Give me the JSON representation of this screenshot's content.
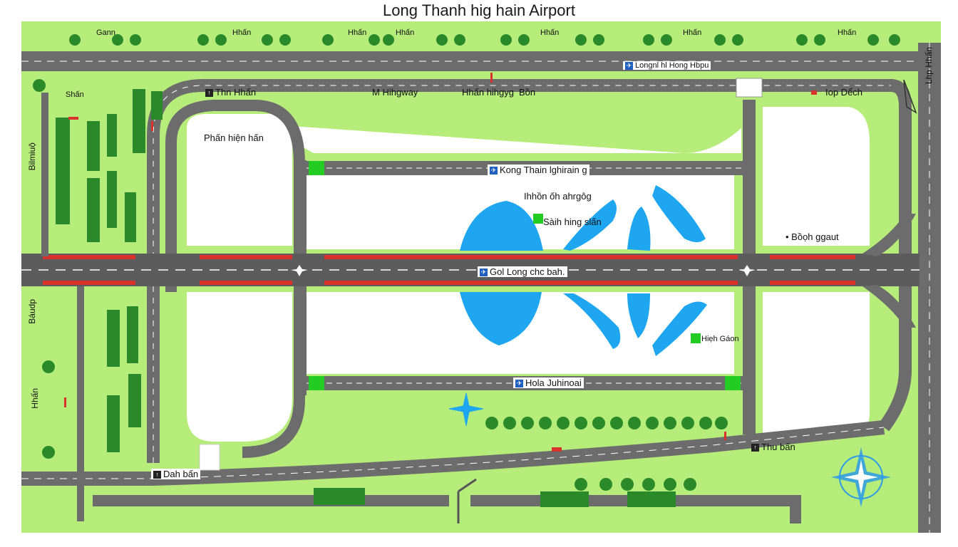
{
  "title": "Long Thanh hig hain Airport",
  "colors": {
    "grass": "#b6ec7a",
    "road": "#6c6c6c",
    "road_dark": "#555555",
    "apron": "#ffffff",
    "water": "#1ea7f0",
    "runway_edge": "#d9322c",
    "tree": "#2a8a2a",
    "marker": "#22cc22",
    "compass": "#2b9be6"
  },
  "labels": {
    "top_road": "Longnl hl Hong Hbpu",
    "road_left": "Thn Hhấn",
    "road_mid1": "M Hihgway",
    "road_mid2": "Hhấn hihgyg",
    "road_mid3": "Bồn",
    "road_right": "Iop Dểch",
    "parking_left": "Phấn hiện hấn",
    "terminal_road": "Kong Thain lghirain g",
    "terminal_a": "Ihhồn ốh ahrgôg",
    "terminal_b": "Sàih hing slấn",
    "runway": "Gol Long chc bah.",
    "right_area": "• Bồọh ggaut",
    "cargo": "Hiẹh Gáon",
    "bottom_taxi": "Hola Juhinoai",
    "bottom_right": "Thu bấn",
    "bottom_left": "Dah bấn",
    "top_green": [
      "Gann",
      "Hhấn",
      "Hhấn",
      "Hhấn",
      "Hhấn",
      "Hhấn",
      "Hhấn"
    ],
    "left_vertical_1": "Bilmiuộ",
    "left_vertical_2": "Báudp",
    "left_vertical_3": "Hhấn",
    "left_block_top": "Shấn",
    "right_vertical": "Lhp Hhấn"
  }
}
